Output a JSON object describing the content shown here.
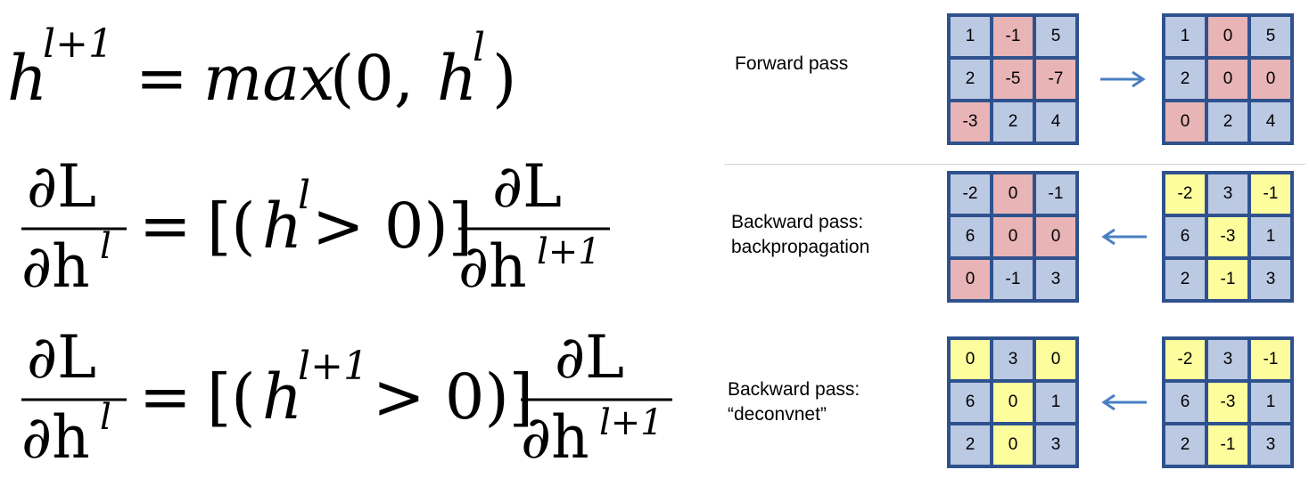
{
  "colors": {
    "blue": "#bcc9e3",
    "red": "#e8b4b5",
    "yellow": "#fdfd9e",
    "border": "#2f528f",
    "arrow": "#4a7fc1"
  },
  "equations": {
    "eq1": {
      "lhs_base": "h",
      "lhs_sup": "l+1",
      "eq": "=",
      "func": "max",
      "open": "(0, ",
      "arg_base": "h",
      "arg_sup": "l",
      "close": ")"
    },
    "eq2": {
      "num": "∂L",
      "den_pre": "∂h",
      "den_sup": "l",
      "eq": "=",
      "br_open": "[(",
      "cond_base": "h",
      "cond_sup": "l",
      "cond_rest": " > 0)]",
      "num2": "∂L",
      "den2_pre": "∂h",
      "den2_sup": "l+1"
    },
    "eq3": {
      "num": "∂L",
      "den_pre": "∂h",
      "den_sup": "l",
      "eq": "=",
      "br_open": "[(",
      "cond_base": "h",
      "cond_sup": "l+1",
      "cond_rest": " > 0)]",
      "num2": "∂L",
      "den2_pre": "∂h",
      "den2_sup": "l+1"
    }
  },
  "rows": [
    {
      "label": [
        "Forward pass"
      ],
      "left": {
        "cells": [
          [
            "1",
            "-1",
            "5"
          ],
          [
            "2",
            "-5",
            "-7"
          ],
          [
            "-3",
            "2",
            "4"
          ]
        ],
        "colors": [
          [
            "blue",
            "red",
            "blue"
          ],
          [
            "blue",
            "red",
            "red"
          ],
          [
            "red",
            "blue",
            "blue"
          ]
        ]
      },
      "right": {
        "cells": [
          [
            "1",
            "0",
            "5"
          ],
          [
            "2",
            "0",
            "0"
          ],
          [
            "0",
            "2",
            "4"
          ]
        ],
        "colors": [
          [
            "blue",
            "red",
            "blue"
          ],
          [
            "blue",
            "red",
            "red"
          ],
          [
            "red",
            "blue",
            "blue"
          ]
        ]
      },
      "arrow": "right"
    },
    {
      "label": [
        "Backward pass:",
        "backpropagation"
      ],
      "left": {
        "cells": [
          [
            "-2",
            "0",
            "-1"
          ],
          [
            "6",
            "0",
            "0"
          ],
          [
            "0",
            "-1",
            "3"
          ]
        ],
        "colors": [
          [
            "blue",
            "red",
            "blue"
          ],
          [
            "blue",
            "red",
            "red"
          ],
          [
            "red",
            "blue",
            "blue"
          ]
        ]
      },
      "right": {
        "cells": [
          [
            "-2",
            "3",
            "-1"
          ],
          [
            "6",
            "-3",
            "1"
          ],
          [
            "2",
            "-1",
            "3"
          ]
        ],
        "colors": [
          [
            "yellow",
            "blue",
            "yellow"
          ],
          [
            "blue",
            "yellow",
            "blue"
          ],
          [
            "blue",
            "yellow",
            "blue"
          ]
        ]
      },
      "arrow": "left"
    },
    {
      "label": [
        "Backward pass:",
        "“deconvnet”"
      ],
      "left": {
        "cells": [
          [
            "0",
            "3",
            "0"
          ],
          [
            "6",
            "0",
            "1"
          ],
          [
            "2",
            "0",
            "3"
          ]
        ],
        "colors": [
          [
            "yellow",
            "blue",
            "yellow"
          ],
          [
            "blue",
            "yellow",
            "blue"
          ],
          [
            "blue",
            "yellow",
            "blue"
          ]
        ]
      },
      "right": {
        "cells": [
          [
            "-2",
            "3",
            "-1"
          ],
          [
            "6",
            "-3",
            "1"
          ],
          [
            "2",
            "-1",
            "3"
          ]
        ],
        "colors": [
          [
            "yellow",
            "blue",
            "yellow"
          ],
          [
            "blue",
            "yellow",
            "blue"
          ],
          [
            "blue",
            "yellow",
            "blue"
          ]
        ]
      },
      "arrow": "left"
    }
  ]
}
